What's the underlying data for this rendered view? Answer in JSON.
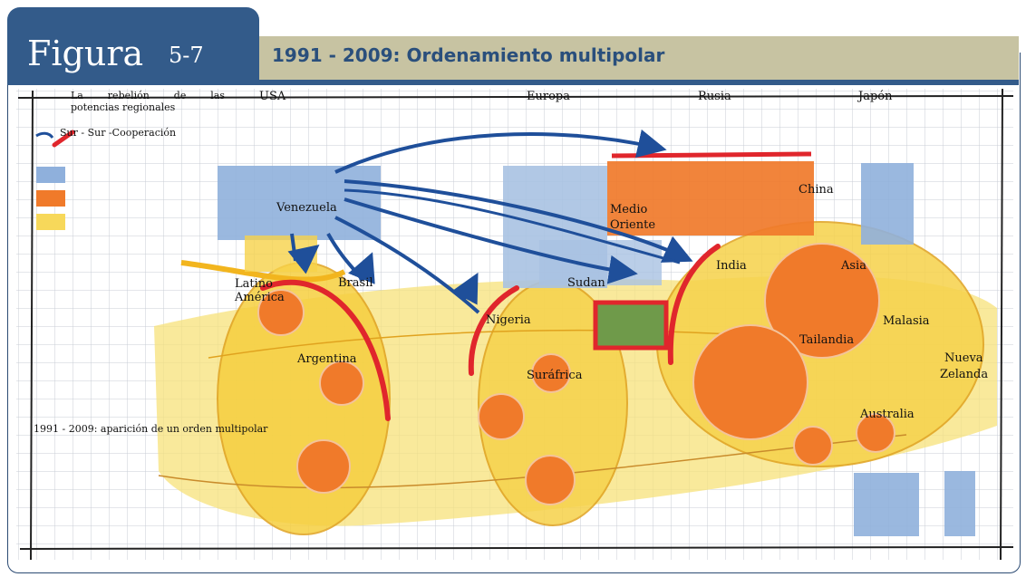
{
  "header": {
    "figure_word": "Figura",
    "figure_number": "5-7",
    "title": "1991 - 2009: Ordenamiento multipolar"
  },
  "legend": {
    "line1": "La rebelión de las",
    "line2": "potencias regionales",
    "cooperation": "Sur - Sur -Cooperación",
    "swatch_colors": [
      "#8fb0dc",
      "#f07a2a",
      "#f7d85a"
    ]
  },
  "top_labels": {
    "usa": "USA",
    "europa": "Europa",
    "rusia": "Rusia",
    "japon": "Japón"
  },
  "map_labels": {
    "venezuela": "Venezuela",
    "latino_line1": "Latino",
    "latino_line2": "América",
    "brasil": "Brasil",
    "argentina": "Argentina",
    "nigeria": "Nigeria",
    "sudan": "Sudan",
    "surafrica": "Suráfrica",
    "medio_oriente_line1": "Medio",
    "medio_oriente_line2": "Oriente",
    "china": "China",
    "india": "India",
    "asia": "Asia",
    "malasia": "Malasia",
    "tailandia": "Tailandia",
    "nueva_line1": "Nueva",
    "nueva_line2": "Zelanda",
    "australia": "Australia"
  },
  "caption": "1991 - 2009: aparición de un orden multipolar",
  "colors": {
    "header_blue": "#335b8a",
    "header_bar": "#c7c3a2",
    "title_text": "#2a4f7c",
    "grid": "#c9cdd6",
    "power_blue": "#8fb0dc",
    "power_orange": "#f07a2a",
    "region_yellow": "#f7d85a",
    "arrow_blue": "#1f4f9a",
    "coop_red": "#e0262c",
    "green_box": "#6f9a4a"
  }
}
